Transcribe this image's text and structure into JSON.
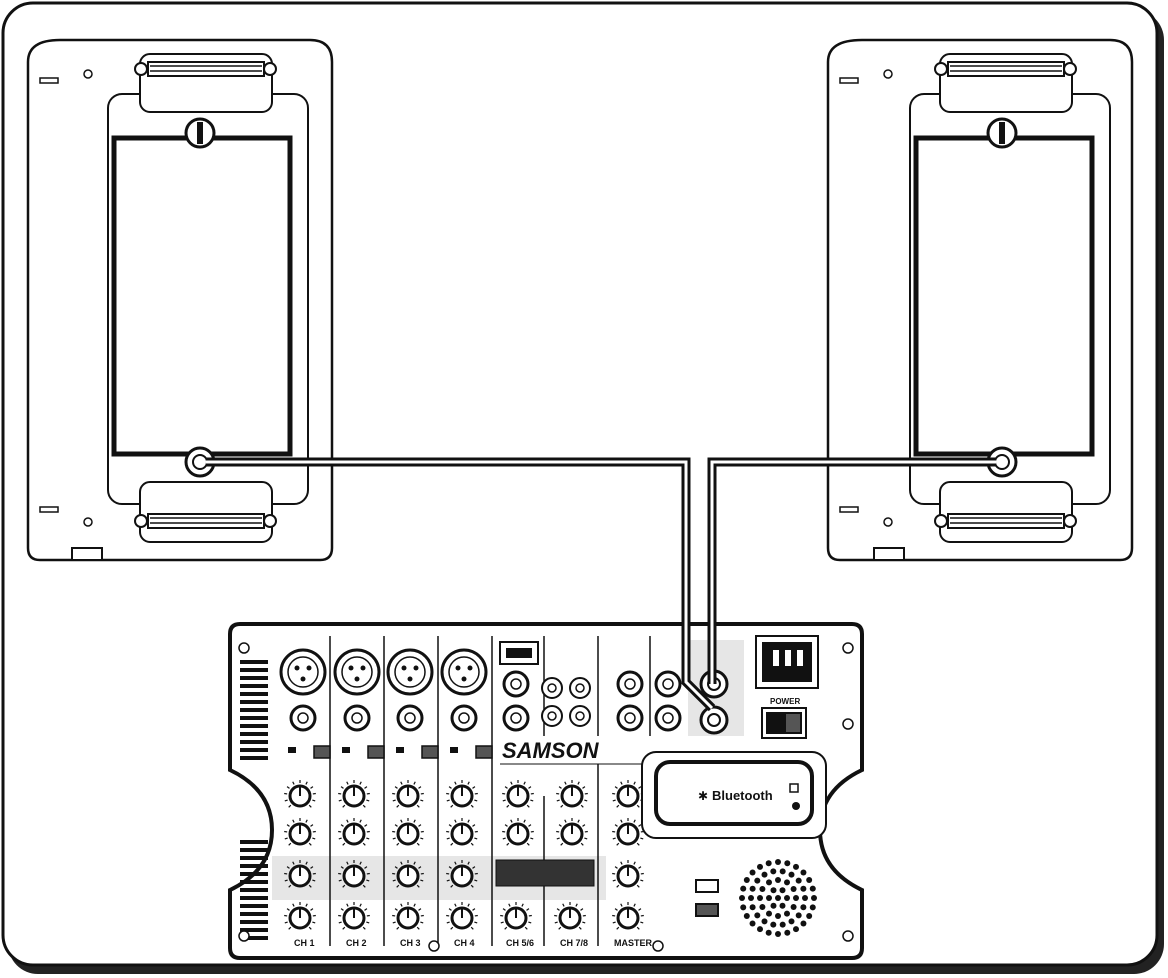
{
  "diagram": {
    "mixer": {
      "brand": "SAMSON",
      "bluetooth_label": "Bluetooth",
      "power_label": "POWER",
      "channel_labels": [
        "CH 1",
        "CH 2",
        "CH 3",
        "CH 4",
        "CH 5/6",
        "CH 7/8",
        "MASTER"
      ]
    },
    "colors": {
      "line": "#111111",
      "panel_shade": "#e6e6e6",
      "background": "#ffffff"
    }
  }
}
